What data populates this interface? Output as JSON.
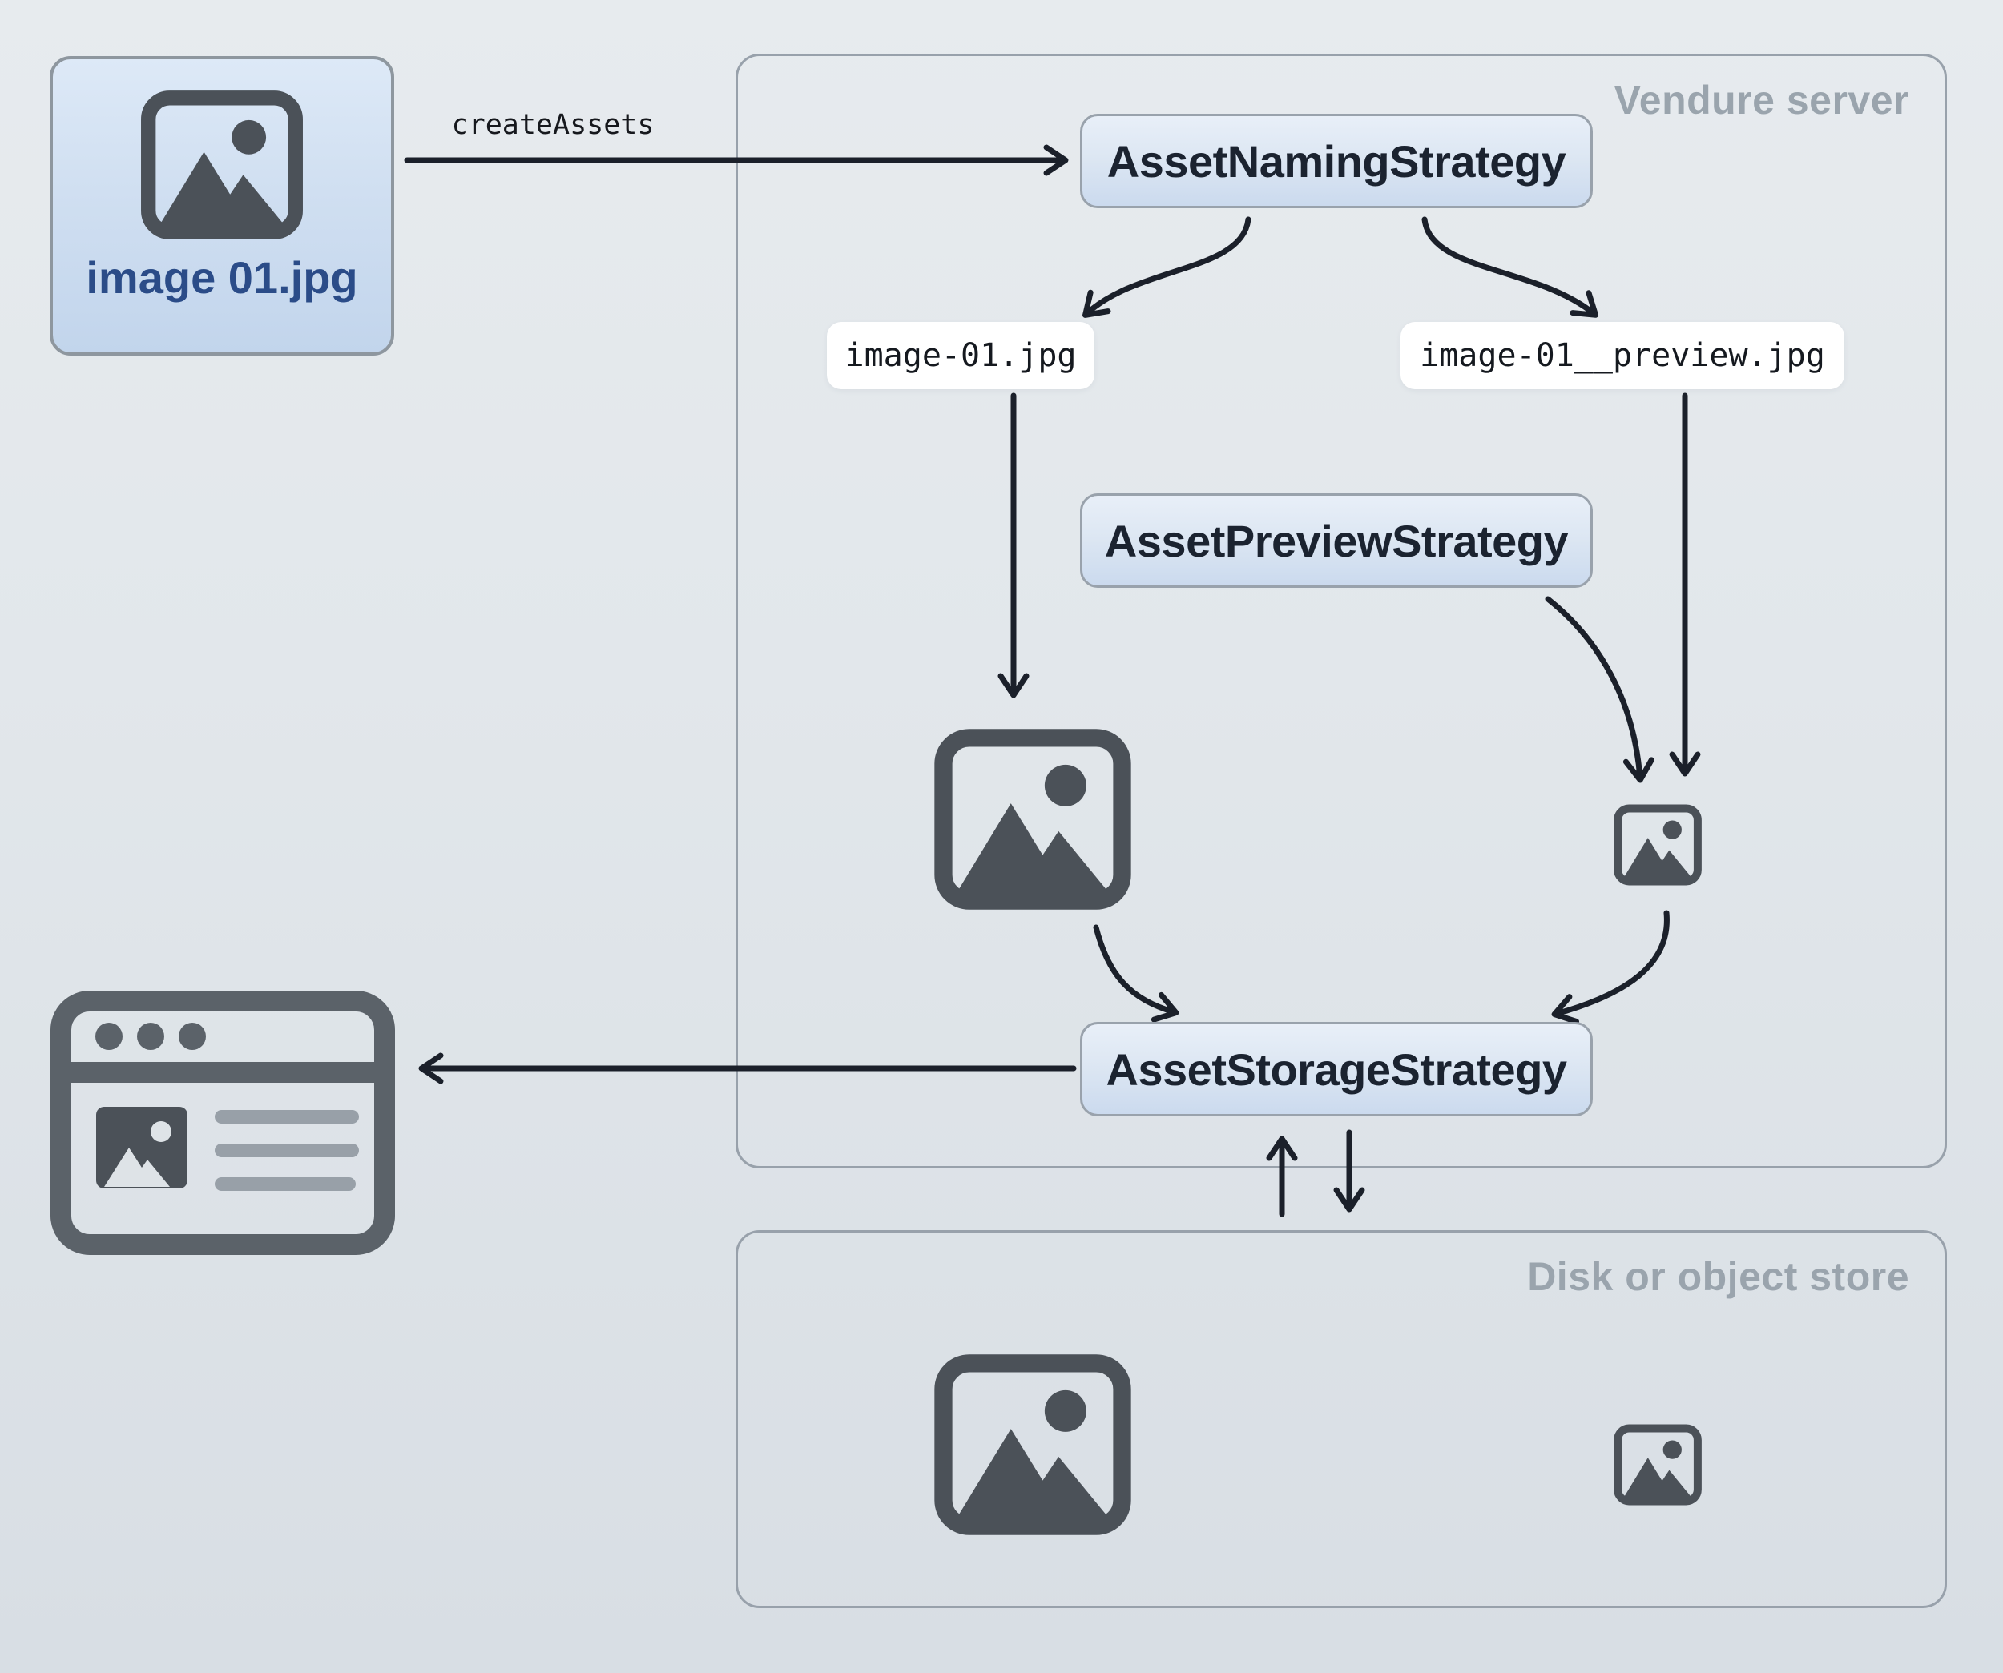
{
  "diagram": {
    "file_box": {
      "label": "image 01.jpg"
    },
    "create_assets_label": "createAssets",
    "server": {
      "title": "Vendure server",
      "naming_strategy": "AssetNamingStrategy",
      "preview_strategy": "AssetPreviewStrategy",
      "storage_strategy": "AssetStorageStrategy",
      "source_file": "image-01.jpg",
      "preview_file": "image-01__preview.jpg"
    },
    "store": {
      "title": "Disk or object store"
    }
  },
  "colors": {
    "arrow": "#1b202a",
    "box_text": "#1b2330",
    "container_title": "#9aa4ad",
    "file_label": "#2b4c88",
    "pill_bg": "#ffffff",
    "pill_text": "#15191f",
    "icon": "#4b5158",
    "border": "#98a1ab"
  }
}
